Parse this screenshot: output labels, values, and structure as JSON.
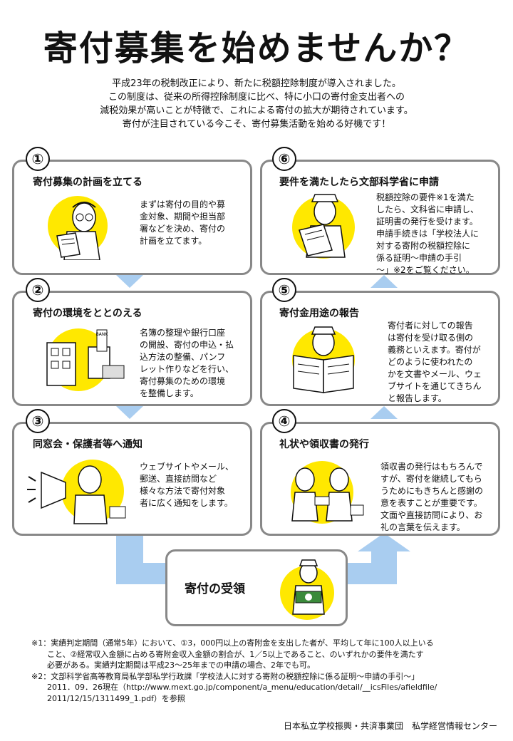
{
  "title": "寄付募集を始めませんか？",
  "intro": [
    "平成23年の税制改正により、新たに税額控除制度が導入されました。",
    "この制度は、従来の所得控除制度に比べ、特に小口の寄付金支出者への",
    "減税効果が高いことが特徴で、これによる寄付の拡大が期待されています。",
    "寄付が注目されている今こそ、寄付募集活動を始める好機です！"
  ],
  "steps": {
    "s1": {
      "num": "①",
      "title": "寄付募集の計画を立てる",
      "body": [
        "まずは寄付の目的や募",
        "金対象、期間や担当部",
        "署などを決め、寄付の",
        "計画を立てます。"
      ]
    },
    "s2": {
      "num": "②",
      "title": "寄付の環境をととのえる",
      "body": [
        "名簿の整理や銀行口座",
        "の開設、寄付の申込・払",
        "込方法の整備、パンフ",
        "レット作りなどを行い、",
        "寄付募集のための環境",
        "を整備します。"
      ]
    },
    "s3": {
      "num": "③",
      "title": "同窓会・保護者等へ通知",
      "body": [
        "ウェブサイトやメール、",
        "郵送、直接訪問など",
        "様々な方法で寄付対象",
        "者に広く通知をします。"
      ]
    },
    "s4": {
      "num": "④",
      "title": "礼状や領収書の発行",
      "body": [
        "領収書の発行はもちろんで",
        "すが、寄付を継続してもら",
        "うためにもきちんと感謝の",
        "意を表すことが重要です。",
        "文面や直接訪問により、お",
        "礼の言葉を伝えます。"
      ]
    },
    "s5": {
      "num": "⑤",
      "title": "寄付金用途の報告",
      "body": [
        "寄付者に対しての報告",
        "は寄付を受け取る側の",
        "義務といえます。寄付が",
        "どのように使われたの",
        "かを文書やメール、ウェ",
        "ブサイトを通じてきちん",
        "と報告します。"
      ]
    },
    "s6": {
      "num": "⑥",
      "title": "要件を満たしたら文部科学省に申請",
      "body": [
        "税額控除の要件※1を満た",
        "したら、文科省に申請し、",
        "証明書の発行を受けます。",
        "申請手続きは「学校法人に",
        "対する寄附の税額控除に",
        "係る証明～申請の手引",
        "～」※2をご覧ください。"
      ]
    }
  },
  "receive": {
    "label": "寄付の受領"
  },
  "bank_sign": "BANK",
  "footnotes": [
    "※1：実績判定期間（通常5年）において、①3，000円以上の寄附金を支出した者が、平均して年に100人以上いる",
    "　　こと、②経常収入金額に占める寄附金収入金額の割合が、1／5以上であること、のいずれかの要件を満たす",
    "　　必要がある。実績判定期間は平成23～25年までの申請の場合、2年でも可。",
    "※2：文部科学省高等教育局私学部私学行政課「学校法人に対する寄附の税額控除に係る証明～申請の手引～」",
    "　　2011．09．26現在（http://www.mext.go.jp/component/a_menu/education/detail/__icsFiles/afieldfile/",
    "　　2011/12/15/1311499_1.pdf）を参照"
  ],
  "organization": "日本私立学校振興・共済事業団　私学経営情報センター",
  "colors": {
    "arrow": "#a9cdf0",
    "card_border": "#888888",
    "circle": "#ffe800"
  }
}
